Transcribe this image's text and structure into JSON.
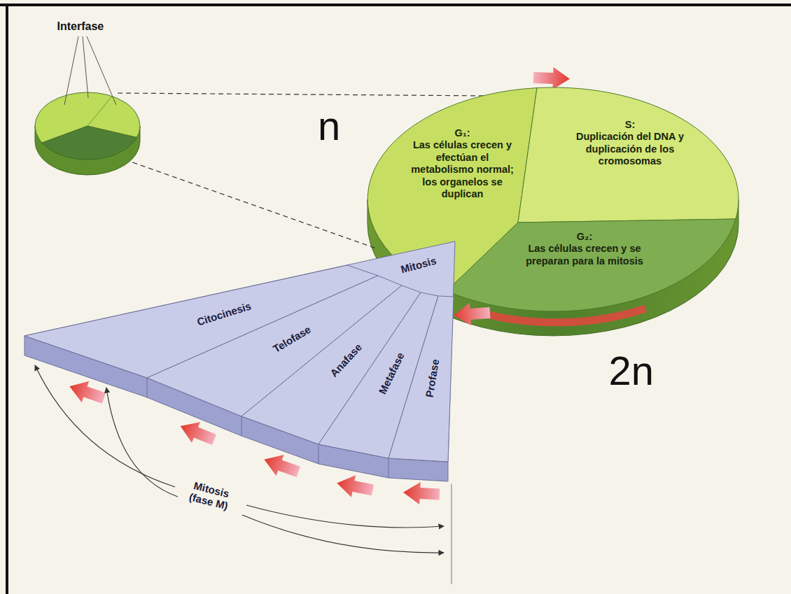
{
  "diagram": {
    "nodes": [
      {
        "text": [
          "Interfase"
        ]
      },
      {
        "text": [
          "G₁:",
          "Las células crecen y efectúan el metabolismo normal; los organelos se duplican"
        ]
      },
      {
        "text": [
          "S:",
          "Duplicación del DNA y duplicación de los cromosomas"
        ]
      },
      {
        "text": [
          "G₂:",
          "Las células crecen y se preparan para la mitosis"
        ]
      },
      {
        "text": [
          "Mitosis"
        ]
      },
      {
        "text": [
          "Citocinesis"
        ],
        "in": 4
      },
      {
        "text": [
          "Telofase"
        ],
        "in": 4
      },
      {
        "text": [
          "Anafase"
        ],
        "in": 4
      },
      {
        "text": [
          "Metafase"
        ],
        "in": 4
      },
      {
        "text": [
          "Profase"
        ],
        "in": 4
      }
    ],
    "labels": [
      "n",
      "2n",
      "Mitosis (fase M)"
    ]
  }
}
